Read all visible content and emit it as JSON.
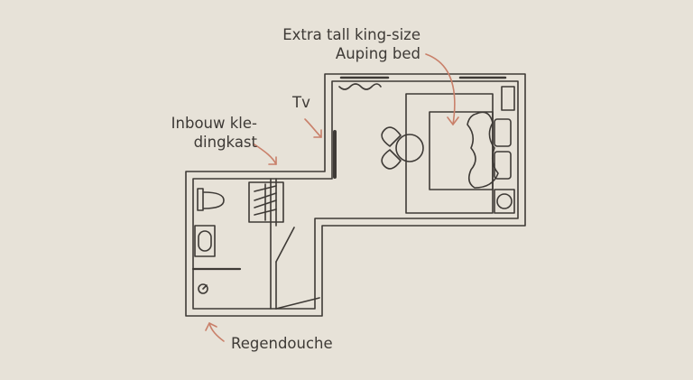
{
  "labels": {
    "bed_line1": "Extra tall king-size",
    "bed_line2": "Auping bed",
    "tv": "Tv",
    "wardrobe_line1": "Inbouw kle-",
    "wardrobe_line2": "dingkast",
    "shower": "Regendouche"
  },
  "colors": {
    "background": "#e7e2d8",
    "wall": "#3e3a36",
    "arrow": "#c9806a"
  }
}
